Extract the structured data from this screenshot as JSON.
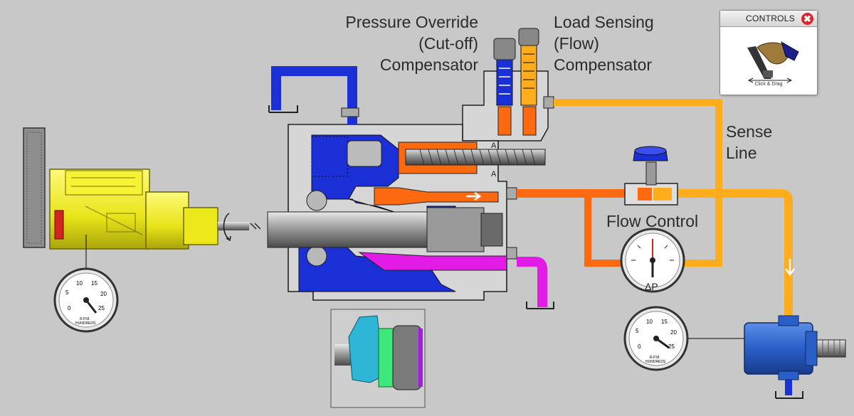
{
  "labels": {
    "pressure_override": [
      "Pressure Override",
      "(Cut-off)",
      "Compensator"
    ],
    "load_sensing": [
      "Load Sensing",
      "(Flow)",
      "Compensator"
    ],
    "sense_line": [
      "Sense",
      "Line"
    ],
    "flow_control": "Flow Control",
    "delta_p": "ΔP",
    "port_a_1": "A",
    "port_a_2": "A"
  },
  "controls": {
    "title": "CONTROLS",
    "close_glyph": "✖",
    "hint": "Click & Drag"
  },
  "gauges": {
    "engine_rpm": {
      "ticks": [
        "0",
        "5",
        "10",
        "15",
        "20",
        "25"
      ],
      "caption": [
        "R.P.M.",
        "HUNDREDS"
      ]
    },
    "motor_rpm": {
      "ticks": [
        "0",
        "5",
        "10",
        "15",
        "20",
        "25"
      ],
      "caption": [
        "R.P.M.",
        "HUNDREDS"
      ]
    }
  },
  "colors": {
    "background": "#c8c8c8",
    "pressure_blue": "#1a2fd6",
    "pump_orange": "#ff6a10",
    "sense_orange": "#ffad1c",
    "return_magenta": "#e21be6",
    "engine_yellow": "#f0ec1e",
    "motor_blue": "#2a5fc8",
    "pump_housing": "#d6d6d6"
  }
}
